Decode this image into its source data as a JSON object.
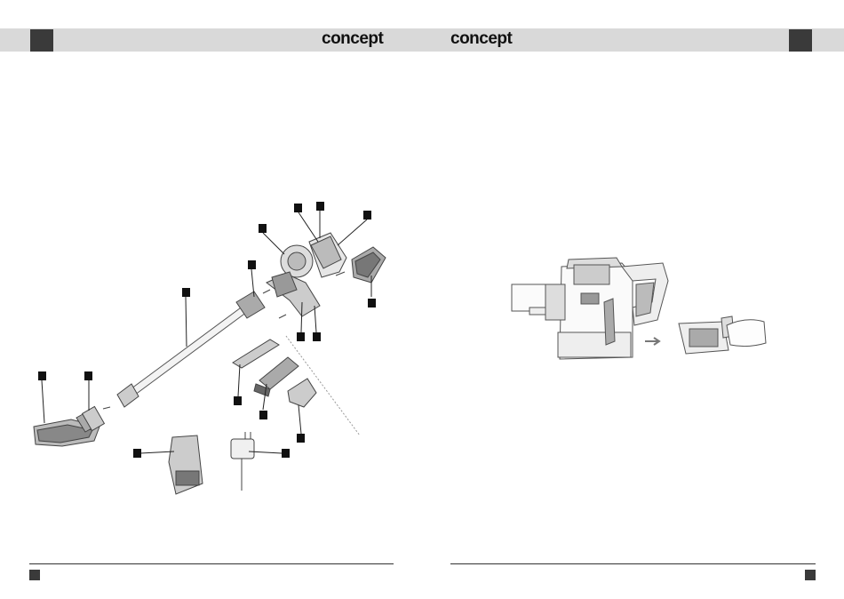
{
  "header": {
    "brand_left": "concept",
    "brand_right": "concept"
  },
  "left_page": {
    "figure": "exploded-view-of-stick-vacuum",
    "callout_count": 15
  },
  "right_page": {
    "figure": "battery-removal-illustration"
  },
  "colors": {
    "header_bar": "#d9d9d9",
    "corner_square": "#3a3a3a",
    "line_art": "#444444"
  }
}
